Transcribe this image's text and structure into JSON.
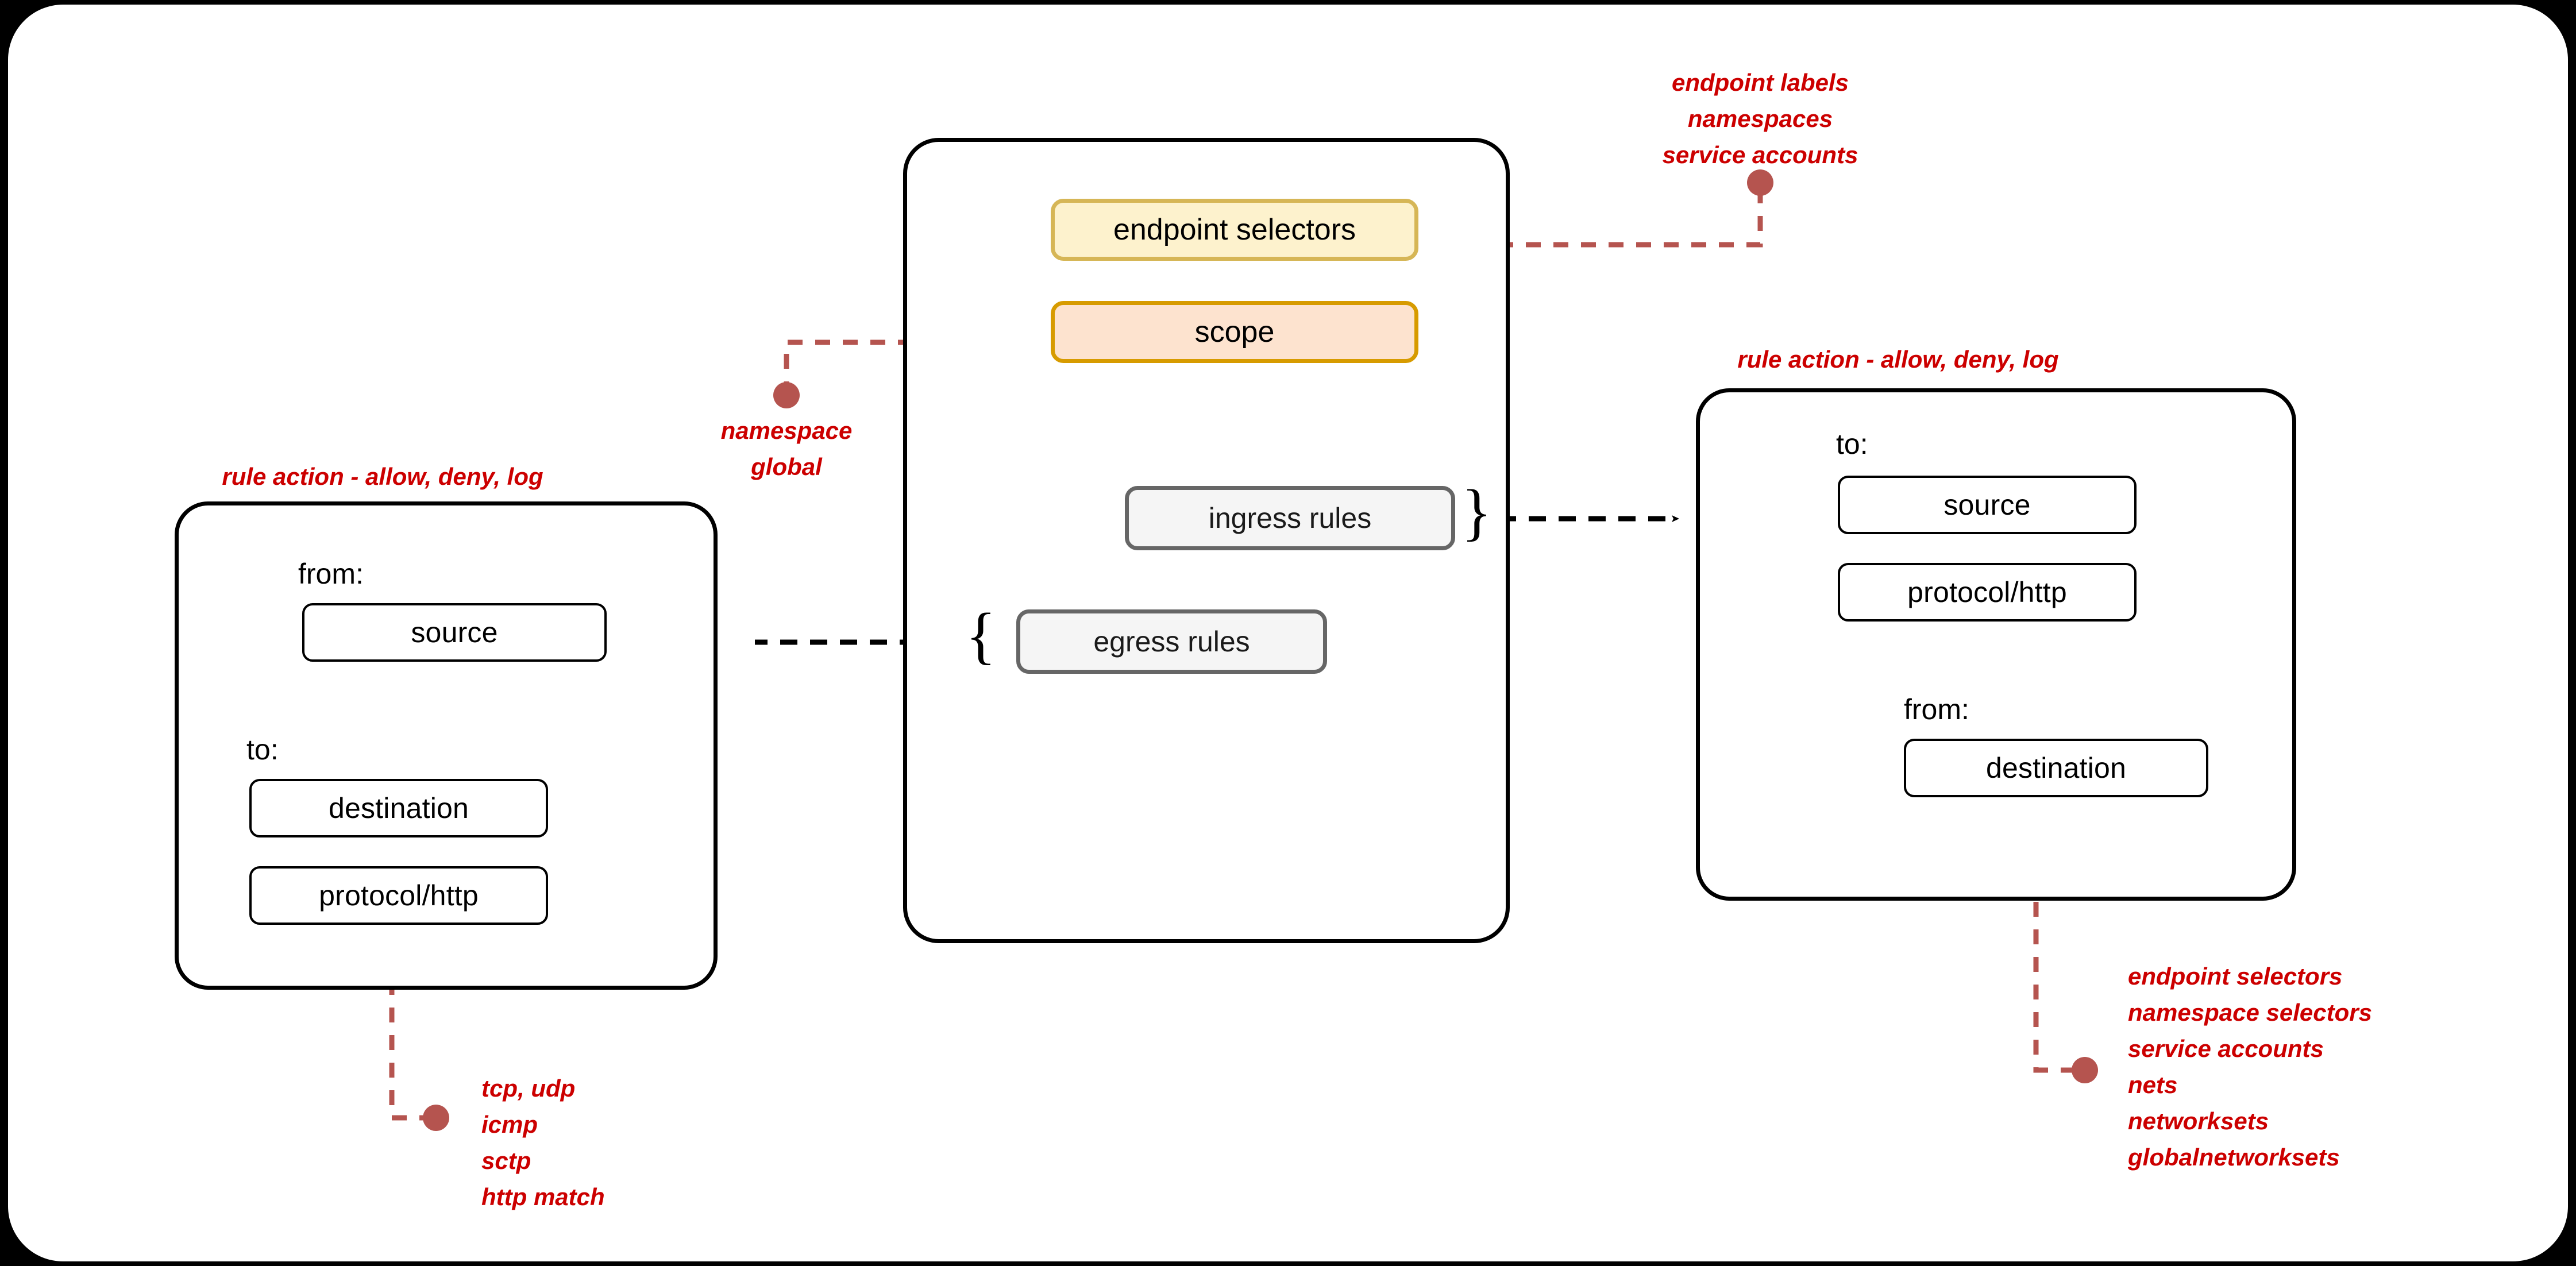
{
  "palette": {
    "page_background": "#000000",
    "canvas_background": "#ffffff",
    "annotation_red": "#cc0000",
    "connector_red": "#b5544f",
    "endpoint_selector_fill": "#fdf2cd",
    "endpoint_selector_border": "#d6b656",
    "scope_fill": "#fde3cf",
    "scope_border": "#d79b00",
    "rules_fill": "#f5f5f5",
    "rules_border": "#666666",
    "box_border": "#000000"
  },
  "center_policy": {
    "endpoint_selectors_label": "endpoint selectors",
    "scope_label": "scope",
    "ingress_rules_label": "ingress rules",
    "egress_rules_label": "egress rules",
    "ingress_brace": "}",
    "egress_brace": "{"
  },
  "left_policy": {
    "header_annotation": "rule action - allow, deny, log",
    "from_label": "from:",
    "from_items": [
      "source"
    ],
    "to_label": "to:",
    "to_items": [
      "destination",
      "protocol/http"
    ]
  },
  "right_policy": {
    "header_annotation": "rule action - allow, deny, log",
    "to_label": "to:",
    "to_items": [
      "source",
      "protocol/http"
    ],
    "from_label": "from:",
    "from_items": [
      "destination"
    ]
  },
  "annotations": {
    "endpoint_selectors_note": [
      "endpoint labels",
      "namespaces",
      "service accounts"
    ],
    "scope_note": [
      "namespace",
      "global"
    ],
    "protocol_note": [
      "tcp, udp",
      "icmp",
      "sctp",
      "http match"
    ],
    "destination_note": [
      "endpoint selectors",
      "namespace selectors",
      "service accounts",
      "nets",
      "networksets",
      "globalnetworksets"
    ]
  }
}
